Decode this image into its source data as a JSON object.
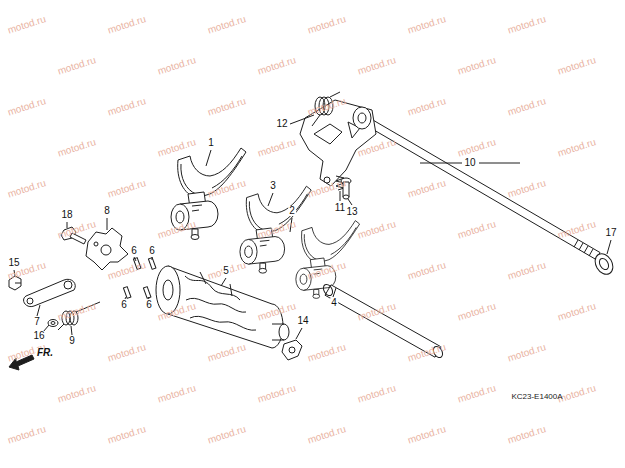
{
  "diagram": {
    "labels": [
      "1",
      "2",
      "3",
      "4",
      "5",
      "6",
      "6",
      "6",
      "6",
      "7",
      "8",
      "9",
      "10",
      "11",
      "12",
      "13",
      "14",
      "15",
      "16",
      "17",
      "18",
      "FR.",
      "KC23-E1400A",
      "motod.ru",
      "motod.ru",
      "motod.ru",
      "motod.ru",
      "motod.ru",
      "motod.ru",
      "motod.ru",
      "motod.ru",
      "motod.ru",
      "motod.ru",
      "motod.ru",
      "motod.ru",
      "motod.ru",
      "motod.ru",
      "motod.ru",
      "motod.ru",
      "motod.ru",
      "motod.ru",
      "motod.ru",
      "motod.ru",
      "motod.ru",
      "motod.ru",
      "motod.ru",
      "motod.ru",
      "motod.ru",
      "motod.ru",
      "motod.ru",
      "motod.ru",
      "motod.ru",
      "motod.ru",
      "motod.ru",
      "motod.ru",
      "motod.ru",
      "motod.ru",
      "motod.ru",
      "motod.ru",
      "motod.ru",
      "motod.ru",
      "motod.ru",
      "motod.ru",
      "motod.ru",
      "motod.ru",
      "motod.ru",
      "motod.ru",
      "motod.ru",
      "motod.ru",
      "motod.ru",
      "motod.ru",
      "motod.ru",
      "motod.ru",
      "motod.ru",
      "motod.ru",
      "motod.ru",
      "motod.ru",
      "motod.ru",
      "motod.ru",
      "motod.ru",
      "motod.ru",
      "motod.ru",
      "motod.ru",
      "motod.ru",
      "motod.ru",
      "motod.ru",
      "motod.ru",
      "motod.ru",
      "motod.ru"
    ]
  }
}
